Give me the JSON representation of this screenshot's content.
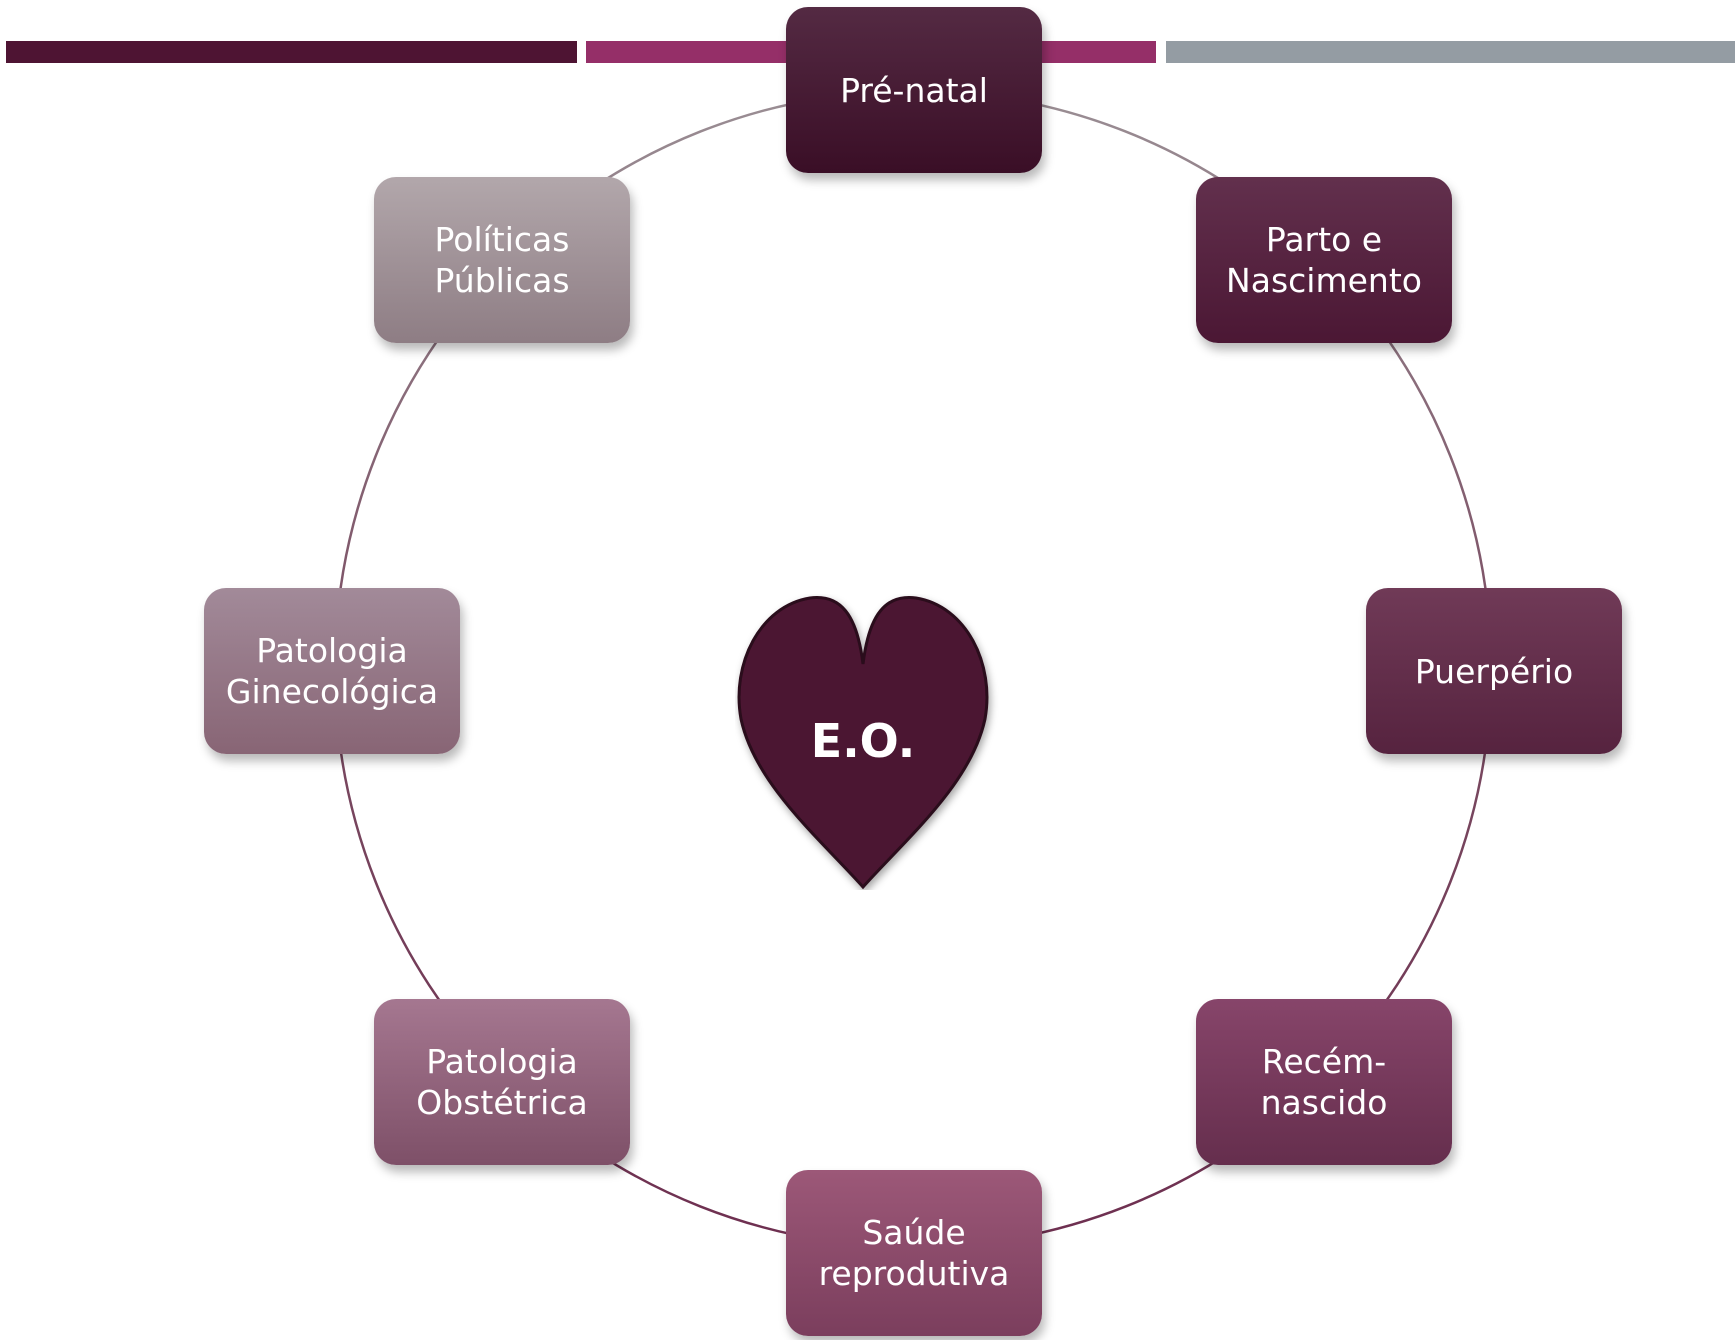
{
  "diagram": {
    "center": {
      "label": "E.O.",
      "shape": "heart-icon",
      "color": "#4c1432"
    },
    "nodes": [
      {
        "label": "Pré-natal"
      },
      {
        "label": "Parto e\nNascimento"
      },
      {
        "label": "Puerpério"
      },
      {
        "label": "Recém-\nnascido"
      },
      {
        "label": "Saúde\nreprodutiva"
      },
      {
        "label": "Patologia\nObstétrica"
      },
      {
        "label": "Patologia\nGinecológica"
      },
      {
        "label": "Políticas\nPúblicas"
      }
    ],
    "colors": {
      "bar_dark": "#4e1433",
      "bar_magenta": "#952f68",
      "bar_gray": "#949ca3"
    }
  }
}
